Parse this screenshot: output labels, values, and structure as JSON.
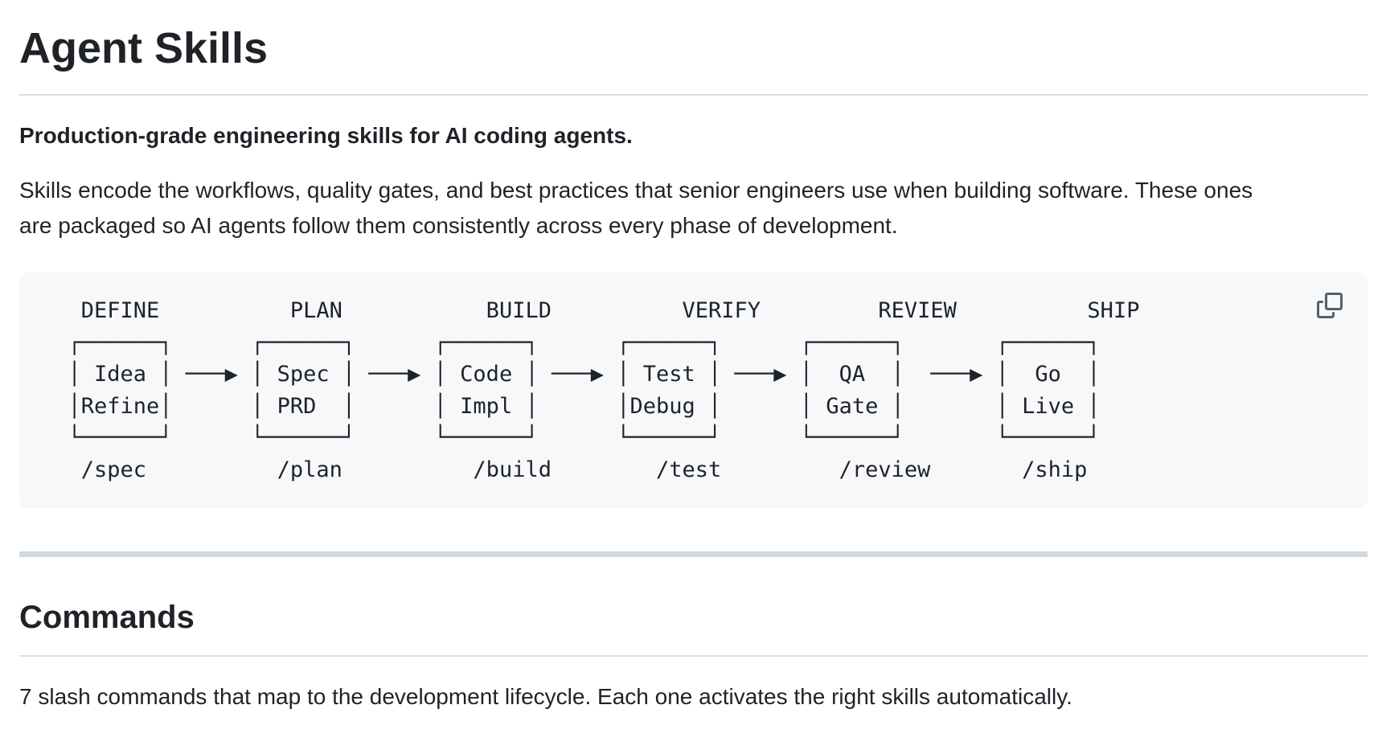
{
  "page": {
    "title": "Agent Skills",
    "intro_bold": "Production-grade engineering skills for AI coding agents.",
    "intro_text": "Skills encode the workflows, quality gates, and best practices that senior engineers use when building software. These ones are packaged so AI agents follow them consistently across every phase of development.",
    "section_title": "Commands",
    "section_text": "7 slash commands that map to the development lifecycle. Each one activates the right skills automatically."
  },
  "code_block": {
    "background": "#f6f8fa",
    "copy_icon": "copy-icon",
    "lines": [
      "   DEFINE          PLAN           BUILD          VERIFY         REVIEW          SHIP",
      "  ┌──────┐      ┌──────┐      ┌──────┐      ┌──────┐      ┌──────┐       ┌──────┐",
      "  │ Idea │ ───▶ │ Spec │ ───▶ │ Code │ ───▶ │ Test │ ───▶ │  QA  │  ───▶ │  Go  │",
      "  │Refine│      │ PRD  │      │ Impl │      │Debug │      │ Gate │       │ Live │",
      "  └──────┘      └──────┘      └──────┘      └──────┘      └──────┘       └──────┘",
      "   /spec          /plan          /build        /test         /review       /ship"
    ]
  },
  "pipeline": {
    "stages": [
      {
        "phase": "DEFINE",
        "box": [
          "Idea",
          "Refine"
        ],
        "command": "/spec"
      },
      {
        "phase": "PLAN",
        "box": [
          "Spec",
          "PRD"
        ],
        "command": "/plan"
      },
      {
        "phase": "BUILD",
        "box": [
          "Code",
          "Impl"
        ],
        "command": "/build"
      },
      {
        "phase": "VERIFY",
        "box": [
          "Test",
          "Debug"
        ],
        "command": "/test"
      },
      {
        "phase": "REVIEW",
        "box": [
          "QA",
          "Gate"
        ],
        "command": "/review"
      },
      {
        "phase": "SHIP",
        "box": [
          "Go",
          "Live"
        ],
        "command": "/ship"
      }
    ]
  },
  "colors": {
    "text": "#1f2328",
    "code_background": "#f6f8fa",
    "divider": "#d1d9e0",
    "heading_border": "#d8dee4",
    "icon": "#57606a"
  }
}
